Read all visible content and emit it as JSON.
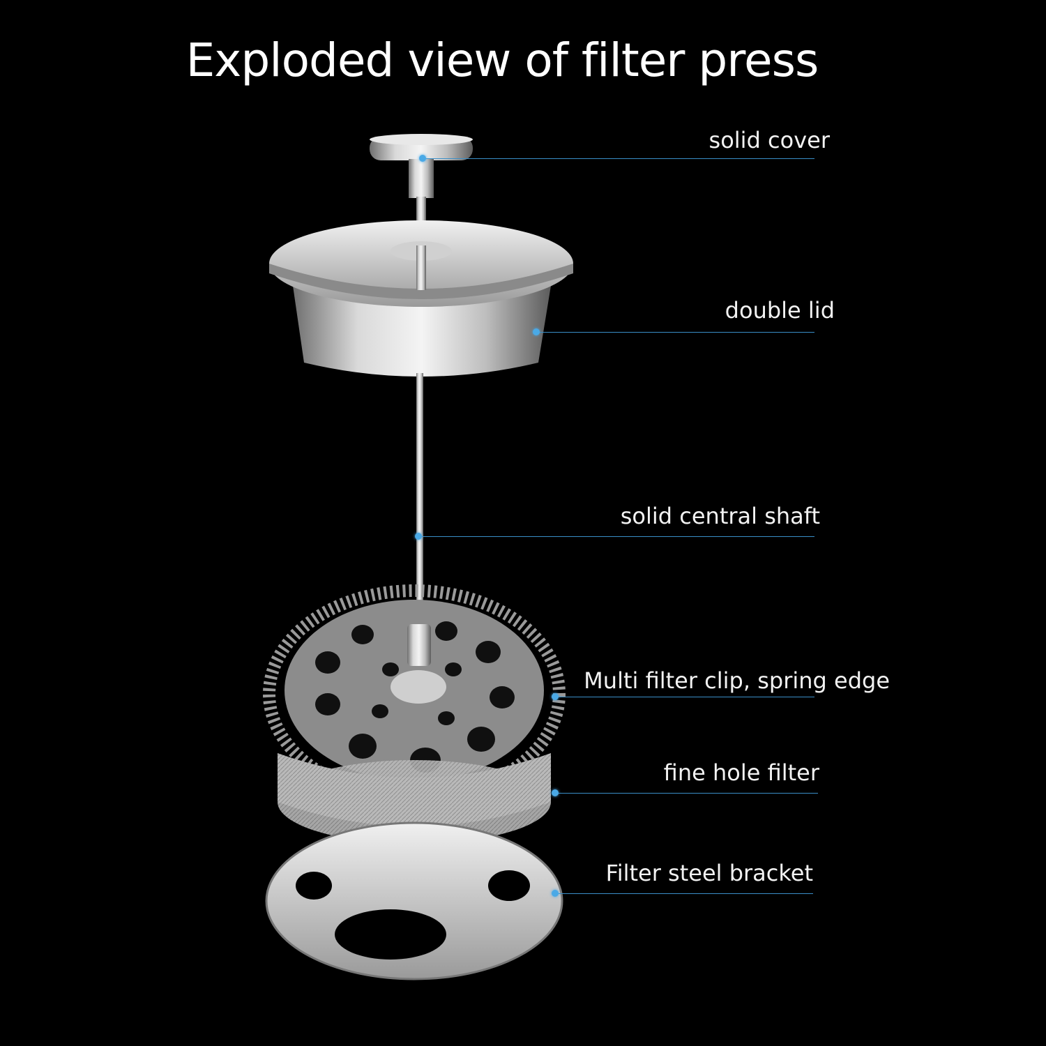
{
  "title": "Exploded view of filter press",
  "accent_color": "#4aa9e6",
  "callouts": [
    {
      "id": "solid-cover",
      "label": "solid cover"
    },
    {
      "id": "double-lid",
      "label": "double lid"
    },
    {
      "id": "central-shaft",
      "label": "solid central shaft"
    },
    {
      "id": "filter-clip",
      "label": "Multi filter clip, spring edge"
    },
    {
      "id": "fine-filter",
      "label": "fine hole filter"
    },
    {
      "id": "steel-bracket",
      "label": "Filter steel bracket"
    }
  ]
}
